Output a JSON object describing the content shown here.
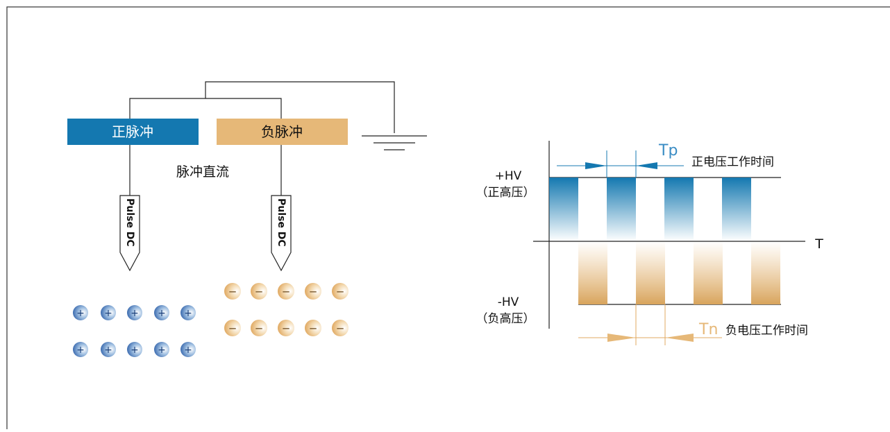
{
  "circuit": {
    "positive_bar_label": "正脉冲",
    "negative_bar_label": "负脉冲",
    "center_label": "脉冲直流",
    "probe_left_label": "Pulse DC",
    "probe_right_label": "Pulse DC",
    "plus_sign": "+",
    "minus_sign": "−"
  },
  "waveform": {
    "tp_label": "Tp",
    "tp_desc": "正电压工作时间",
    "hv_pos_label": "+HV",
    "hv_pos_sub": "（正高压）",
    "t_label": "T",
    "hv_neg_label": "-HV",
    "hv_neg_sub": "（负高压）",
    "tn_label": "Tn",
    "tn_desc": "负电压工作时间"
  },
  "colors": {
    "blue": "#1478b0",
    "gold": "#e6b878",
    "gold_dark": "#d4a058",
    "line": "#222222"
  }
}
